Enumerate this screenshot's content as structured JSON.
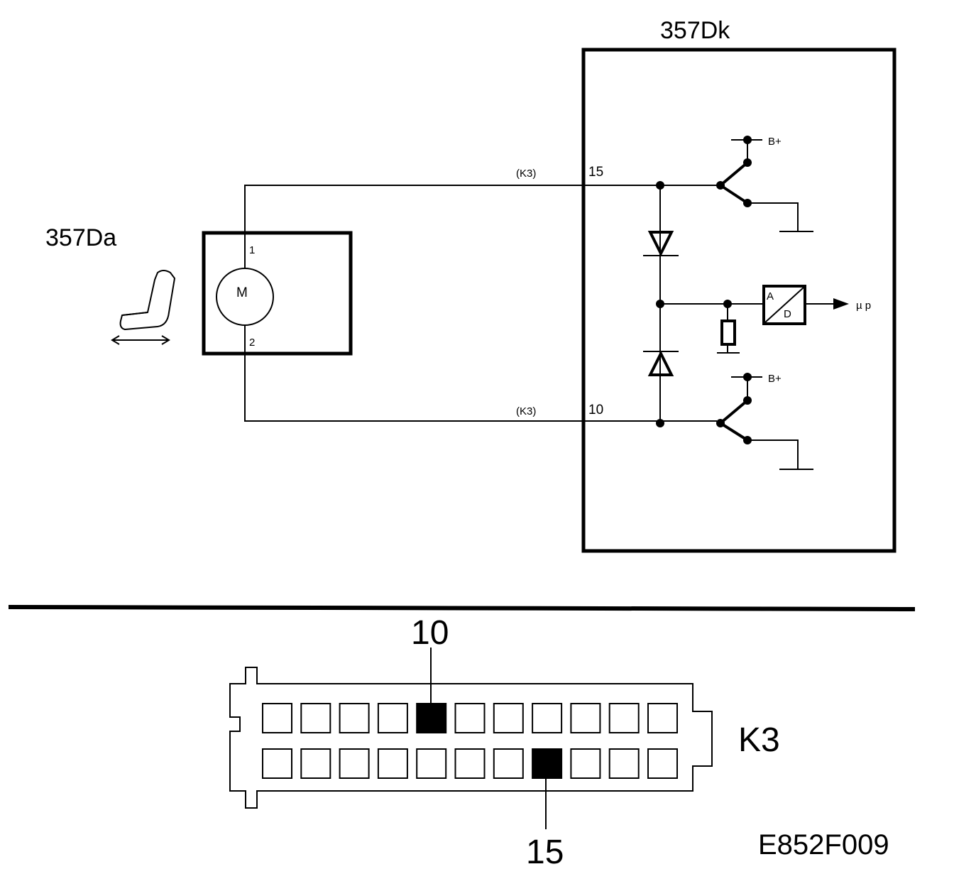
{
  "components": {
    "actuator_label": "357Da",
    "control_unit_label": "357Dk",
    "motor_symbol": "M",
    "motor_pin_1": "1",
    "motor_pin_2": "2",
    "pin_top": "15",
    "pin_bottom": "10",
    "connector_ref_top": "(K3)",
    "connector_ref_bottom": "(K3)",
    "supply_top": "B+",
    "supply_bottom": "B+",
    "adc_a": "A",
    "adc_d": "D",
    "output_label": "µ p",
    "seat_icon": "seat-icon"
  },
  "connector": {
    "name": "K3",
    "row_top_pins": 11,
    "row_bottom_pins": 11,
    "highlight_top_index": 4,
    "highlight_bottom_index": 7,
    "callout_top": "10",
    "callout_bottom": "15"
  },
  "figure_ref": "E852F009"
}
